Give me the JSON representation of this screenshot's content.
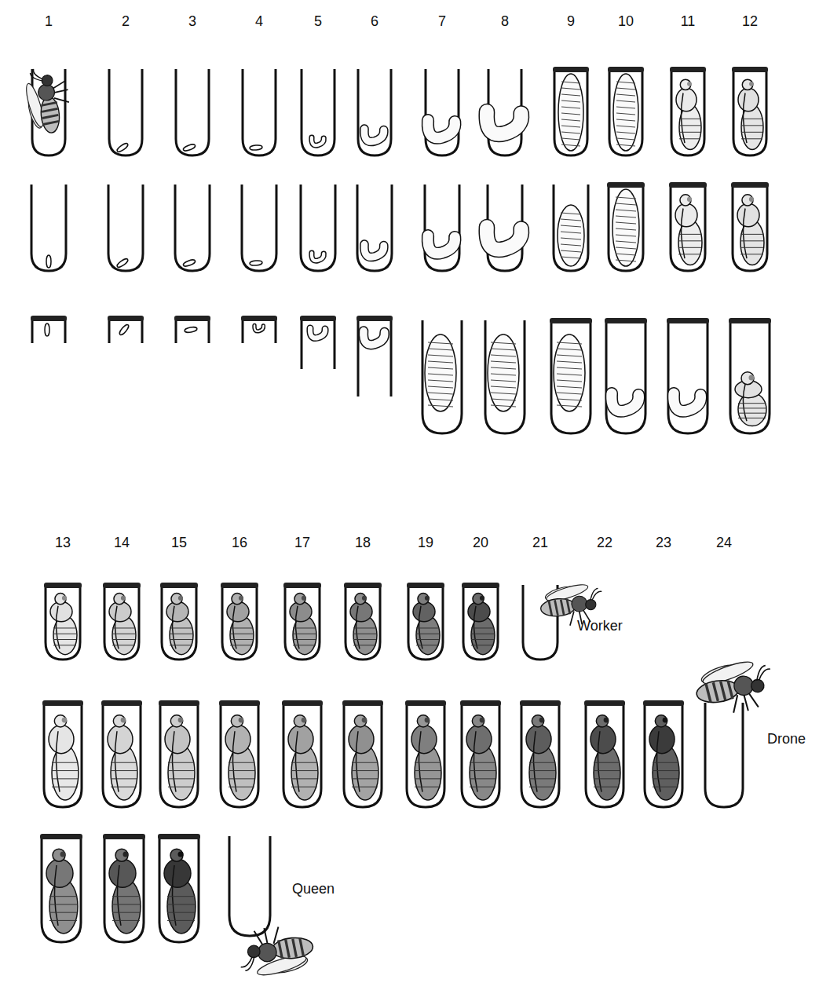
{
  "diagram": {
    "labels": [
      "1",
      "2",
      "3",
      "4",
      "5",
      "6",
      "7",
      "8",
      "9",
      "10",
      "11",
      "12",
      "13",
      "14",
      "15",
      "16",
      "17",
      "18",
      "19",
      "20",
      "21",
      "22",
      "23",
      "24",
      "Worker",
      "Drone",
      "Queen"
    ]
  }
}
